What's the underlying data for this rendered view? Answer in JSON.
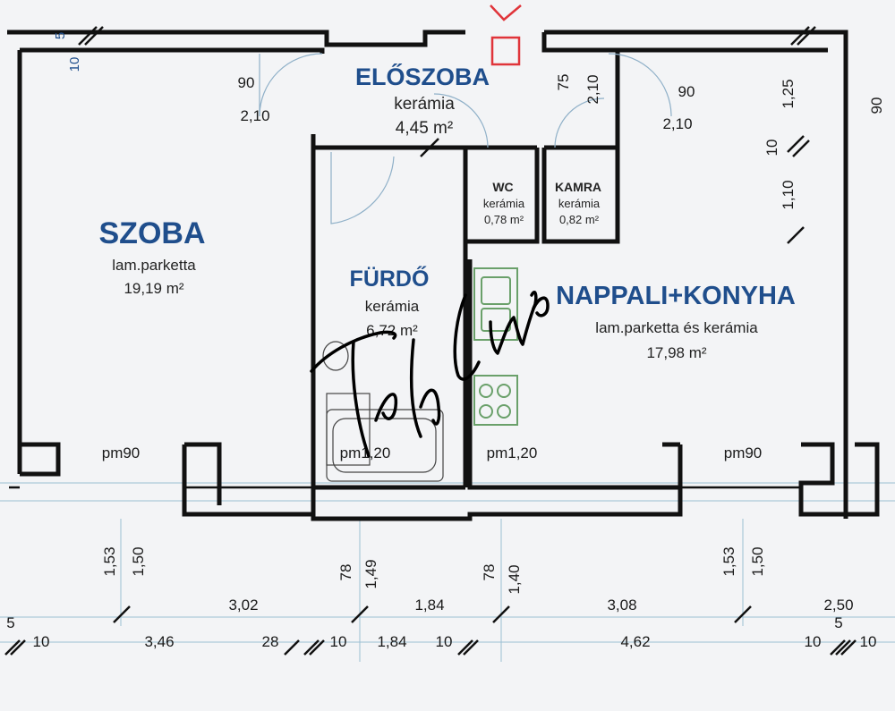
{
  "rooms": {
    "eloszoba": {
      "name": "ELŐSZOBA",
      "floor": "kerámia",
      "area": "4,45 m²"
    },
    "szoba": {
      "name": "SZOBA",
      "floor": "lam.parketta",
      "area": "19,19 m²"
    },
    "furdo": {
      "name": "FÜRDŐ",
      "floor": "kerámia",
      "area": "6,72 m²"
    },
    "wc": {
      "name": "WC",
      "floor": "kerámia",
      "area": "0,78 m²"
    },
    "kamra": {
      "name": "KAMRA",
      "floor": "kerámia",
      "area": "0,82 m²"
    },
    "nappali": {
      "name": "NAPPALI+KONYHA",
      "floor": "lam.parketta és kerámia",
      "area": "17,98 m²"
    }
  },
  "window_labels": {
    "szoba": "pm90",
    "furdo": "pm1,20",
    "konyha": "pm1,20",
    "nappali": "pm90"
  },
  "door_labels": {
    "left_w": "90",
    "left_h": "2,10",
    "right_w": "90",
    "right_h": "2,10",
    "center_w": "75",
    "center_h": "2,10"
  },
  "side_dims": {
    "top_left_a": "5",
    "top_left_b": "10",
    "right_a": "1,25",
    "right_b": "10",
    "right_c": "1,10",
    "right_d": "90"
  },
  "bottom_dims": {
    "vertical": [
      "1,53",
      "1,50",
      "78",
      "1,49",
      "78",
      "1,40",
      "1,53",
      "1,50"
    ],
    "row1": [
      "3,02",
      "1,84",
      "3,08",
      "2,50"
    ],
    "row2": [
      "5",
      "10",
      "3,46",
      "28",
      "10",
      "1,84",
      "10",
      "4,62",
      "10",
      "5",
      "10"
    ]
  },
  "signature": "Tóth Linda"
}
